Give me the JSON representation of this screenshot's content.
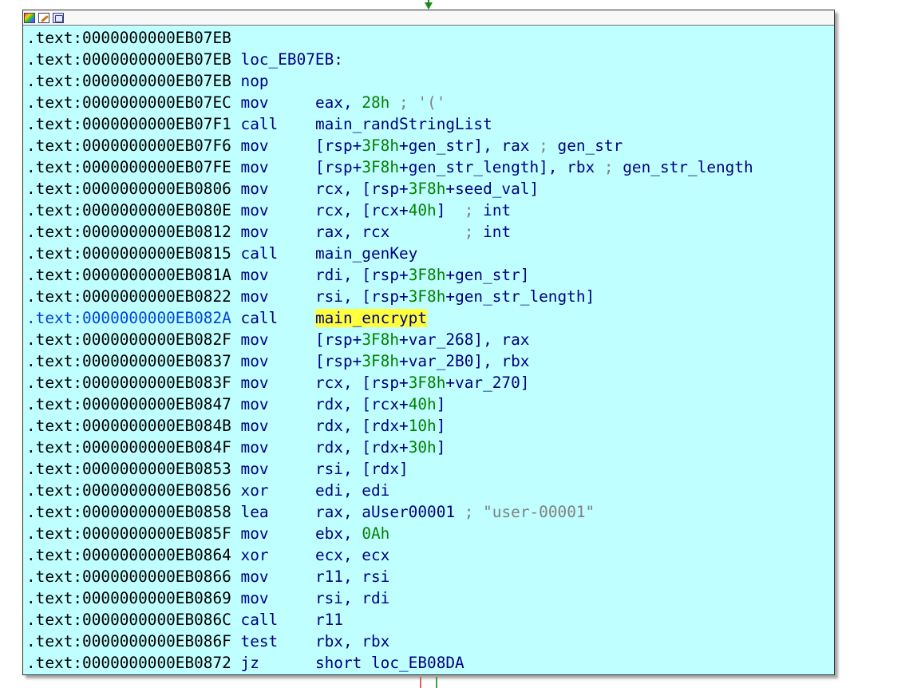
{
  "window": {
    "toolbar_icons": [
      "color-palette-icon",
      "edit-icon",
      "graph-view-icon"
    ]
  },
  "colors": {
    "node_background": "#c0ffff",
    "mnemonic": "#000080",
    "number": "#008000",
    "comment": "#808080",
    "highlight": "#ffff3c",
    "current_address": "#0044dd"
  },
  "listing": {
    "lines": [
      {
        "addr": ".text:0000000000EB07EB",
        "text": ""
      },
      {
        "addr": ".text:0000000000EB07EB",
        "text": "loc_EB07EB:"
      },
      {
        "addr": ".text:0000000000EB07EB",
        "text": "nop"
      },
      {
        "addr": ".text:0000000000EB07EC",
        "mnem": "mov",
        "ops": "eax, 28h",
        "comment": "'('"
      },
      {
        "addr": ".text:0000000000EB07F1",
        "mnem": "call",
        "ops": "main_randStringList"
      },
      {
        "addr": ".text:0000000000EB07F6",
        "mnem": "mov",
        "ops": "[rsp+3F8h+gen_str], rax",
        "comment": "gen_str"
      },
      {
        "addr": ".text:0000000000EB07FE",
        "mnem": "mov",
        "ops": "[rsp+3F8h+gen_str_length], rbx",
        "comment": "gen_str_length"
      },
      {
        "addr": ".text:0000000000EB0806",
        "mnem": "mov",
        "ops": "rcx, [rsp+3F8h+seed_val]"
      },
      {
        "addr": ".text:0000000000EB080E",
        "mnem": "mov",
        "ops": "rcx, [rcx+40h]",
        "comment": "int"
      },
      {
        "addr": ".text:0000000000EB0812",
        "mnem": "mov",
        "ops": "rax, rcx",
        "comment": "int"
      },
      {
        "addr": ".text:0000000000EB0815",
        "mnem": "call",
        "ops": "main_genKey"
      },
      {
        "addr": ".text:0000000000EB081A",
        "mnem": "mov",
        "ops": "rdi, [rsp+3F8h+gen_str]"
      },
      {
        "addr": ".text:0000000000EB0822",
        "mnem": "mov",
        "ops": "rsi, [rsp+3F8h+gen_str_length]"
      },
      {
        "addr": ".text:0000000000EB082A",
        "mnem": "call",
        "ops": "main_encrypt",
        "current": true
      },
      {
        "addr": ".text:0000000000EB082F",
        "mnem": "mov",
        "ops": "[rsp+3F8h+var_268], rax"
      },
      {
        "addr": ".text:0000000000EB0837",
        "mnem": "mov",
        "ops": "[rsp+3F8h+var_2B0], rbx"
      },
      {
        "addr": ".text:0000000000EB083F",
        "mnem": "mov",
        "ops": "rcx, [rsp+3F8h+var_270]"
      },
      {
        "addr": ".text:0000000000EB0847",
        "mnem": "mov",
        "ops": "rdx, [rcx+40h]"
      },
      {
        "addr": ".text:0000000000EB084B",
        "mnem": "mov",
        "ops": "rdx, [rdx+10h]"
      },
      {
        "addr": ".text:0000000000EB084F",
        "mnem": "mov",
        "ops": "rdx, [rdx+30h]"
      },
      {
        "addr": ".text:0000000000EB0853",
        "mnem": "mov",
        "ops": "rsi, [rdx]"
      },
      {
        "addr": ".text:0000000000EB0856",
        "mnem": "xor",
        "ops": "edi, edi"
      },
      {
        "addr": ".text:0000000000EB0858",
        "mnem": "lea",
        "ops": "rax, aUser00001",
        "comment": "\"user-00001\""
      },
      {
        "addr": ".text:0000000000EB085F",
        "mnem": "mov",
        "ops": "ebx, 0Ah"
      },
      {
        "addr": ".text:0000000000EB0864",
        "mnem": "xor",
        "ops": "ecx, ecx"
      },
      {
        "addr": ".text:0000000000EB0866",
        "mnem": "mov",
        "ops": "r11, rsi"
      },
      {
        "addr": ".text:0000000000EB0869",
        "mnem": "mov",
        "ops": "rsi, rdi"
      },
      {
        "addr": ".text:0000000000EB086C",
        "mnem": "call",
        "ops": "r11"
      },
      {
        "addr": ".text:0000000000EB086F",
        "mnem": "test",
        "ops": "rbx, rbx"
      },
      {
        "addr": ".text:0000000000EB0872",
        "mnem": "jz",
        "ops": "short loc_EB08DA"
      }
    ]
  }
}
